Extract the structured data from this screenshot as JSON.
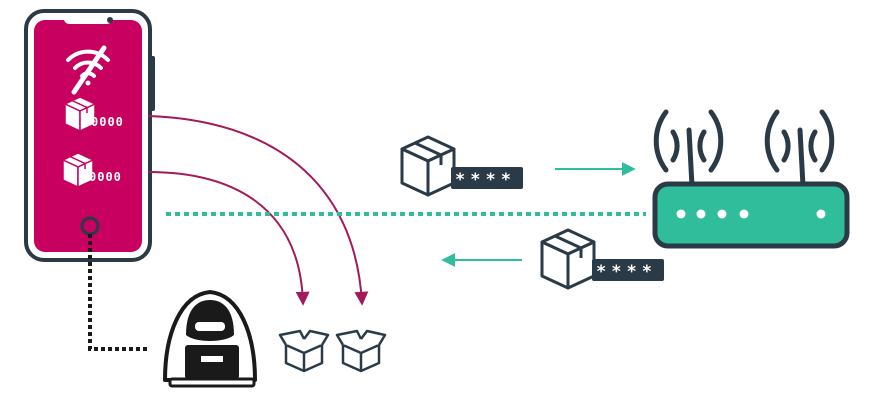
{
  "colors": {
    "outline": "#2b3a47",
    "phone_screen": "#c8005f",
    "router_body": "#2fbd9c",
    "link_line": "#2fbd9c",
    "intercept_arrow": "#a3195b",
    "white": "#ffffff"
  },
  "phone": {
    "status_icon": "wifi-off-icon",
    "items": [
      {
        "icon": "package-icon",
        "code": "0000"
      },
      {
        "icon": "package-icon",
        "code": "0000"
      }
    ]
  },
  "packets": {
    "outgoing": {
      "icon": "package-icon",
      "code": "****"
    },
    "incoming": {
      "icon": "package-icon",
      "code": "****"
    }
  },
  "router": {
    "icon": "router-icon",
    "antennas": 2,
    "leds": 5
  },
  "attacker": {
    "icon": "hacker-icon",
    "captured": 2,
    "captured_icon": "open-box-icon"
  }
}
